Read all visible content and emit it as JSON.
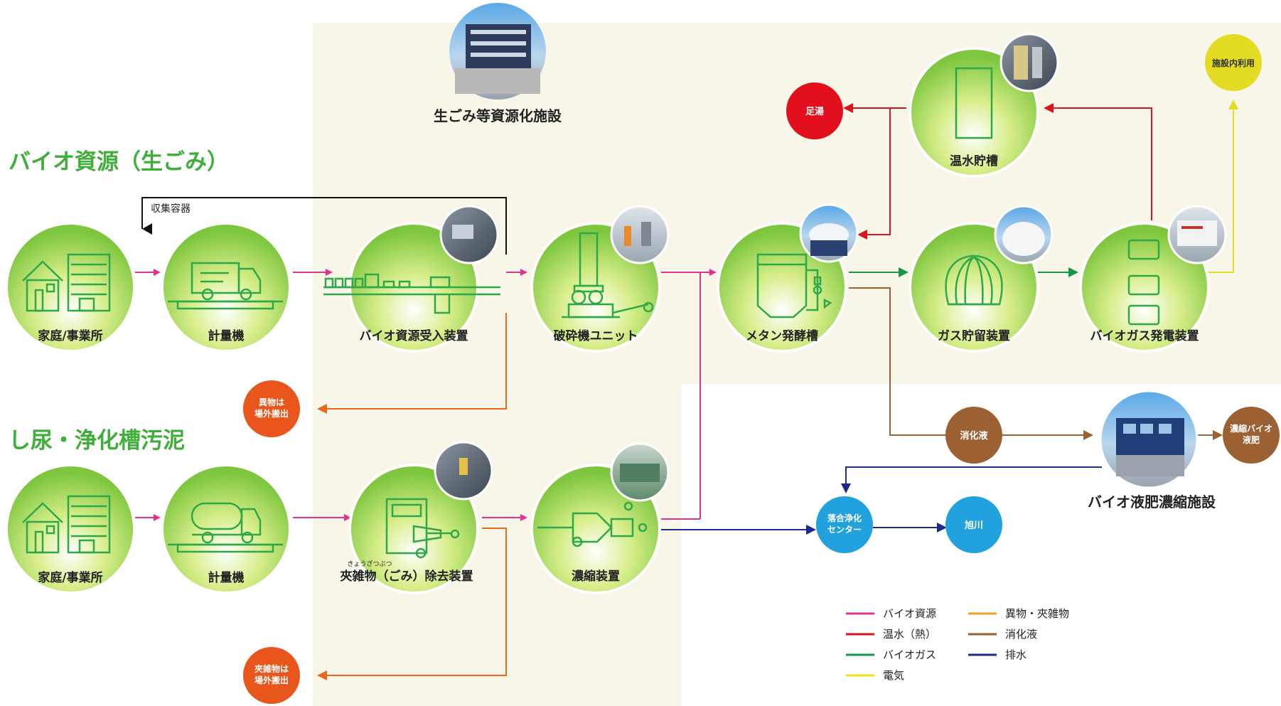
{
  "sections": {
    "facility": "生ごみ等資源化施設",
    "bio": "バイオ資源（生ごみ）",
    "sludge": "し尿・浄化槽汚泥",
    "concentration_facility": "バイオ液肥濃縮施設"
  },
  "flow_labels": {
    "container": "収集容器"
  },
  "nodes": {
    "home1": "家庭/事業所",
    "scale1": "計量機",
    "receiver": "バイオ資源受入装置",
    "crusher": "破砕機ユニット",
    "methane": "メタン発酵槽",
    "gas_storage": "ガス貯留装置",
    "generator": "バイオガス発電装置",
    "hot_water": "温水貯槽",
    "home2": "家庭/事業所",
    "scale2": "計量機",
    "debris_remover": "夾雑物（ごみ）除去装置",
    "debris_ruby": "きょうざつぶつ",
    "thickener": "濃縮装置"
  },
  "badges": {
    "footbath": "足湯",
    "in_facility": "施設内利用",
    "foreign_out_1": "異物は",
    "foreign_out_2": "場外搬出",
    "debris_out_1": "夾雑物は",
    "debris_out_2": "場外搬出",
    "digestate": "消化液",
    "liquid_fert_1": "濃縮バイオ",
    "liquid_fert_2": "液肥",
    "ochiai_1": "落合浄化",
    "ochiai_2": "センター",
    "asahikawa": "旭川"
  },
  "legend": [
    {
      "label": "バイオ資源",
      "color": "#e0348c"
    },
    {
      "label": "温水（熱）",
      "color": "#d9161f"
    },
    {
      "label": "バイオガス",
      "color": "#17964a"
    },
    {
      "label": "電気",
      "color": "#f2e21a"
    },
    {
      "label": "異物・夾雑物",
      "color": "#f0a020"
    },
    {
      "label": "消化液",
      "color": "#9c6133"
    },
    {
      "label": "排水",
      "color": "#1c2a8c"
    }
  ],
  "colors": {
    "bio_resource": "#e0348c",
    "hot_water": "#d9161f",
    "biogas": "#17964a",
    "electricity": "#f2e21a",
    "foreign": "#e8691f",
    "digestate": "#9c6133",
    "wastewater": "#1c2a8c",
    "green_text": "#3fae3a",
    "badge_red": "#e2101c",
    "badge_yellow": "#e3dc22",
    "badge_orange": "#e8561c",
    "badge_brown": "#9c6133",
    "badge_blue": "#22a2dd"
  }
}
